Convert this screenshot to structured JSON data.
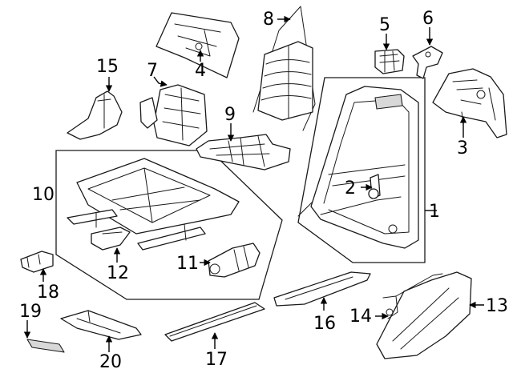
{
  "callouts": [
    {
      "id": "1",
      "text": "1"
    },
    {
      "id": "2",
      "text": "2"
    },
    {
      "id": "3",
      "text": "3"
    },
    {
      "id": "4",
      "text": "4"
    },
    {
      "id": "5",
      "text": "5"
    },
    {
      "id": "6",
      "text": "6"
    },
    {
      "id": "7",
      "text": "7"
    },
    {
      "id": "8",
      "text": "8"
    },
    {
      "id": "9",
      "text": "9"
    },
    {
      "id": "10",
      "text": "10"
    },
    {
      "id": "11",
      "text": "11"
    },
    {
      "id": "12",
      "text": "12"
    },
    {
      "id": "13",
      "text": "13"
    },
    {
      "id": "14",
      "text": "14"
    },
    {
      "id": "15",
      "text": "15"
    },
    {
      "id": "16",
      "text": "16"
    },
    {
      "id": "17",
      "text": "17"
    },
    {
      "id": "18",
      "text": "18"
    },
    {
      "id": "19",
      "text": "19"
    },
    {
      "id": "20",
      "text": "20"
    }
  ],
  "colors": {
    "line": "#1a1a1a",
    "background": "#ffffff"
  }
}
